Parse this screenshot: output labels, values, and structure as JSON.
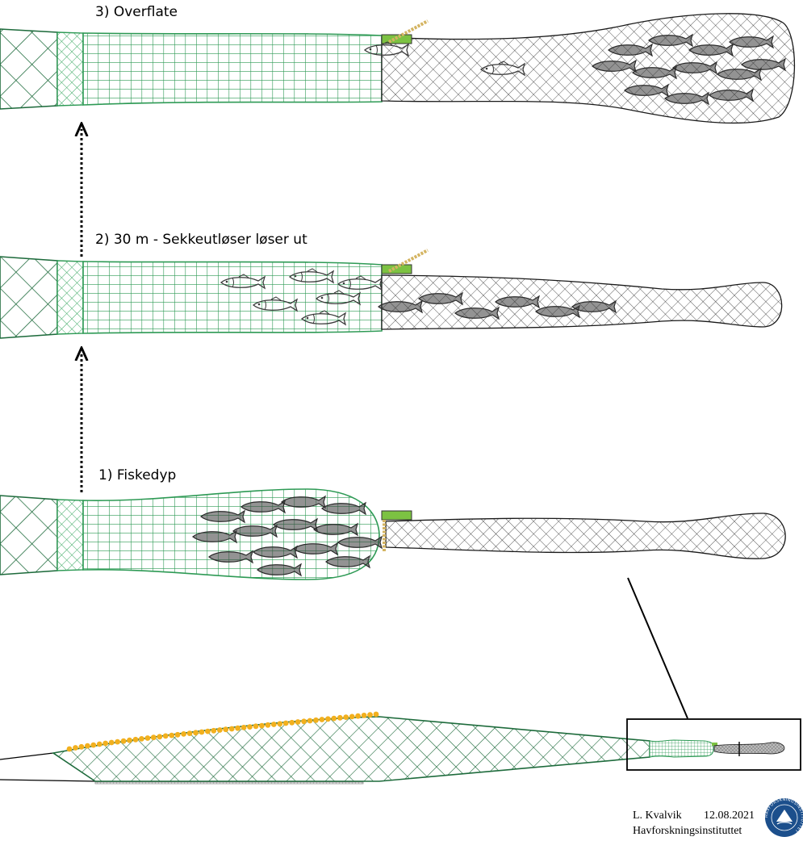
{
  "stages": [
    {
      "label": "3) Overflate"
    },
    {
      "label": "2) 30 m - Sekkeutløser løser ut"
    },
    {
      "label": "1) Fiskedyp"
    }
  ],
  "credit": {
    "author": "L. Kvalvik",
    "date": "12.08.2021",
    "institute": "Havforskningsinstituttet"
  },
  "logo": {
    "text": "HAVFORSKNINGSINSTITUTTET"
  },
  "colors": {
    "dark_green": "#1e6b3c",
    "mid_green": "#2e9a55",
    "light_green": "#43b36d",
    "release_block": "#7cc242",
    "rope": "#d4b461",
    "floats": "#f2b01e",
    "net_black": "#1a1a1a",
    "fish": "#3a3a3a",
    "logo_blue": "#1c4f8c"
  }
}
